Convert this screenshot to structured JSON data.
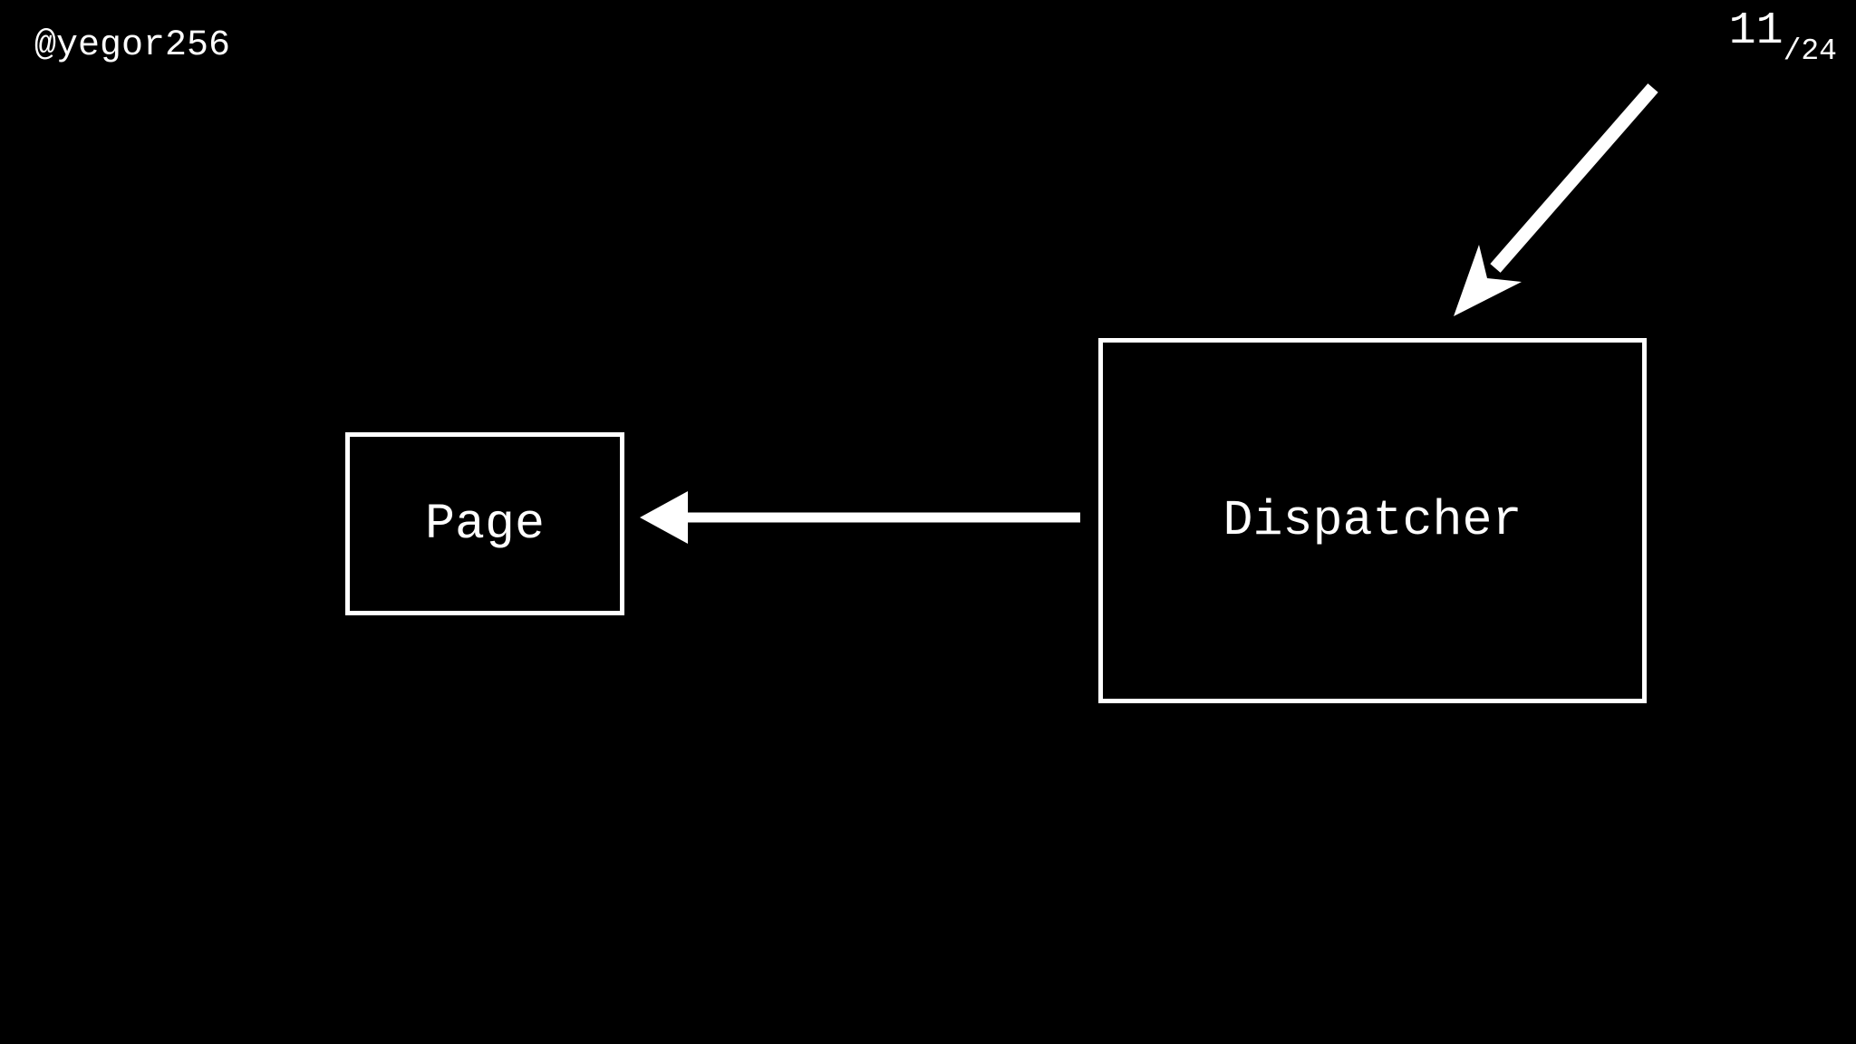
{
  "meta": {
    "kind": "presentation-slide",
    "colors": {
      "background": "#000000",
      "foreground": "#ffffff"
    }
  },
  "header": {
    "handle": "@yegor256",
    "slide_number": {
      "current": "11",
      "total": "/24"
    }
  },
  "diagram": {
    "nodes": [
      {
        "id": "page",
        "label": "Page"
      },
      {
        "id": "dispatcher",
        "label": "Dispatcher"
      }
    ],
    "edges": [
      {
        "id": "dispatcher-to-page",
        "from": "dispatcher",
        "to": "page",
        "style": "straight-left-arrow"
      },
      {
        "id": "into-dispatcher",
        "from": "slide-top-right",
        "to": "dispatcher",
        "style": "diagonal-down-left-arrow"
      }
    ]
  }
}
